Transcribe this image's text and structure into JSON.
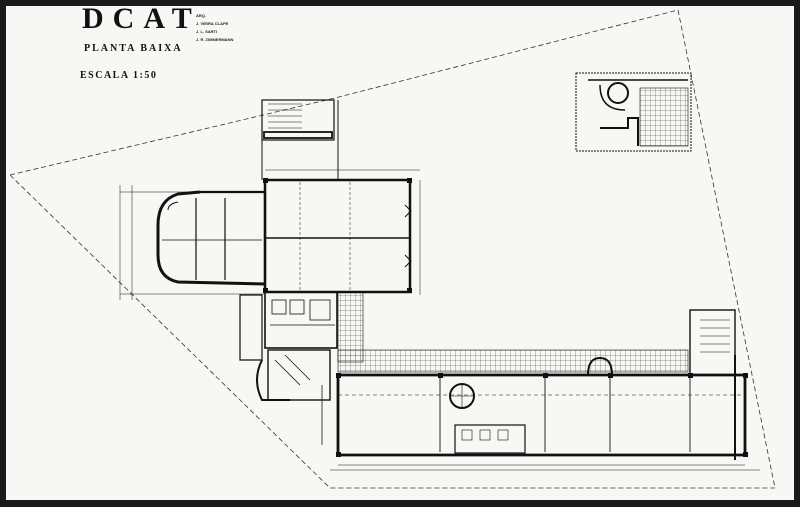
{
  "drawing": {
    "title": "DCAT",
    "subtitle": "PLANTA BAIXA",
    "scale": "ESCALA 1:50"
  },
  "credits": {
    "heading": "ARQ.",
    "lines": [
      "J. VIEIRA CLAPE",
      "J. L. SARTI",
      "J. R. ZIMMERMANN"
    ]
  },
  "colors": {
    "ink": "#111111",
    "paper": "#f7f7f5",
    "frame": "#1a1a1a"
  }
}
